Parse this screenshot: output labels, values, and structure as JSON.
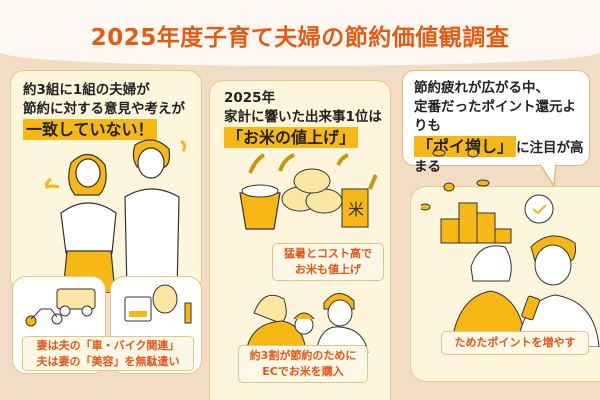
{
  "title": "2025年度子育て夫婦の節約価値観調査",
  "colors": {
    "title": "#e45c12",
    "highlight": "#f7b815",
    "caption_text": "#e4561a",
    "panel_bg": "#fef6dc",
    "background": "#f2dcc4"
  },
  "panels": [
    {
      "heading_line1": "約3組に1組の夫婦が",
      "heading_line2": "節約に対する意見や考えが",
      "highlight": "一致していない！",
      "illustration": "couple-thinking-icon",
      "sub_items": [
        "car-bike-icon",
        "cosmetics-icon"
      ],
      "caption_line1": "妻は夫の「車・バイク関連」",
      "caption_line2": "夫は妻の「美容」を無駄遣い"
    },
    {
      "heading_line1": "2025年",
      "heading_line2": "家計に響いた出来事1位は",
      "highlight": "「お米の値上げ」",
      "illustration": "rice-sacks-icon",
      "caption1_line1": "猛暑とコスト高で",
      "caption1_line2": "お米も値上げ",
      "illustration2": "family-eating-icon",
      "caption2_line1": "約3割が節約のために",
      "caption2_line2": "ECでお米を購入"
    },
    {
      "heading_line1": "節約疲れが広がる中、",
      "heading_line2": "定番だったポイント還元よりも",
      "highlight": "「ポイ増し」",
      "heading_suffix": "に注目が高まる",
      "illustration": "couple-phone-coins-icon",
      "caption": "ためたポイントを増やす"
    }
  ]
}
